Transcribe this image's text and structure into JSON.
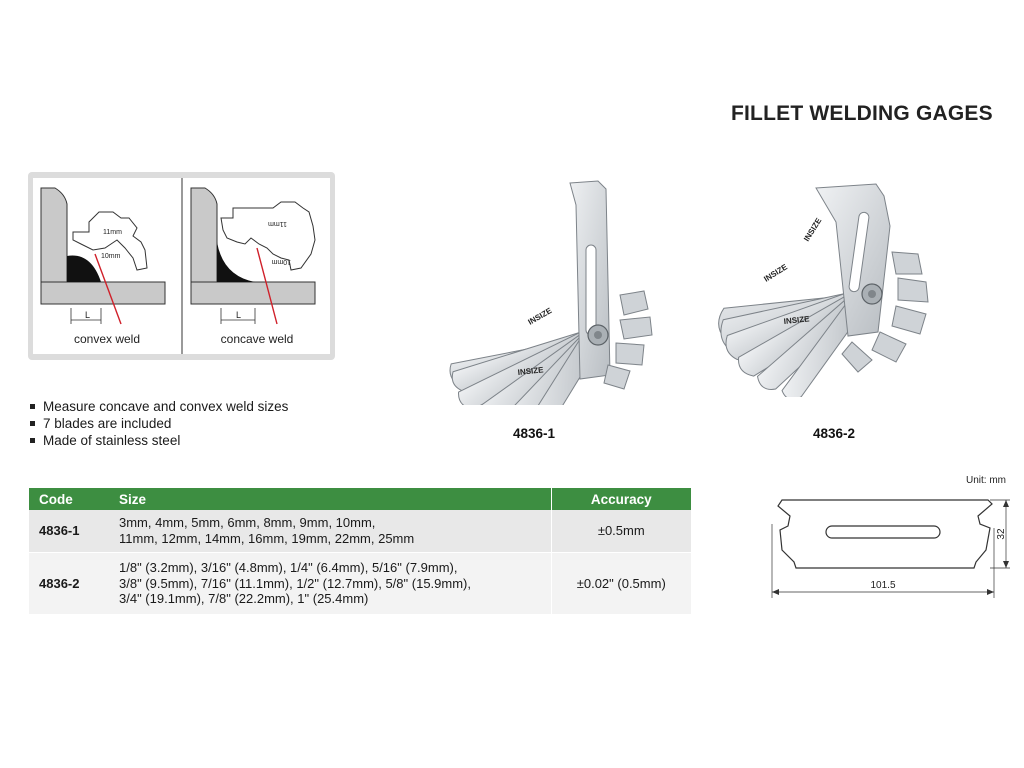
{
  "title": "FILLET WELDING GAGES",
  "diagrams": {
    "convex": {
      "caption": "convex weld",
      "dim_top": "11mm",
      "dim_mid": "10mm",
      "dim_base": "L"
    },
    "concave": {
      "caption": "concave weld",
      "dim_top": "11mm",
      "dim_mid": "10mm",
      "dim_base": "L"
    }
  },
  "features": [
    "Measure concave and convex weld sizes",
    "7 blades are included",
    "Made of stainless steel"
  ],
  "products": [
    {
      "code": "4836-1",
      "brand": "INSIZE"
    },
    {
      "code": "4836-2",
      "brand": "INSIZE"
    }
  ],
  "table": {
    "headers": {
      "code": "Code",
      "size": "Size",
      "accuracy": "Accuracy"
    },
    "rows": [
      {
        "code": "4836-1",
        "size_lines": [
          "3mm, 4mm, 5mm, 6mm, 8mm, 9mm, 10mm,",
          "11mm, 12mm, 14mm, 16mm, 19mm, 22mm, 25mm"
        ],
        "accuracy": "±0.5mm"
      },
      {
        "code": "4836-2",
        "size_lines": [
          "1/8\" (3.2mm), 3/16\" (4.8mm), 1/4\" (6.4mm), 5/16\" (7.9mm),",
          "3/8\" (9.5mm), 7/16\" (11.1mm), 1/2\" (12.7mm), 5/8\" (15.9mm),",
          "3/4\" (19.1mm), 7/8\" (22.2mm), 1\" (25.4mm)"
        ],
        "accuracy": "±0.02\" (0.5mm)"
      }
    ]
  },
  "dimension_drawing": {
    "unit": "Unit: mm",
    "length": "101.5",
    "height": "32"
  },
  "colors": {
    "table_header": "#3d8e41",
    "weld_fill": "#111111",
    "measure_line": "#d0202a",
    "blade_steel": "#d9dde1"
  }
}
